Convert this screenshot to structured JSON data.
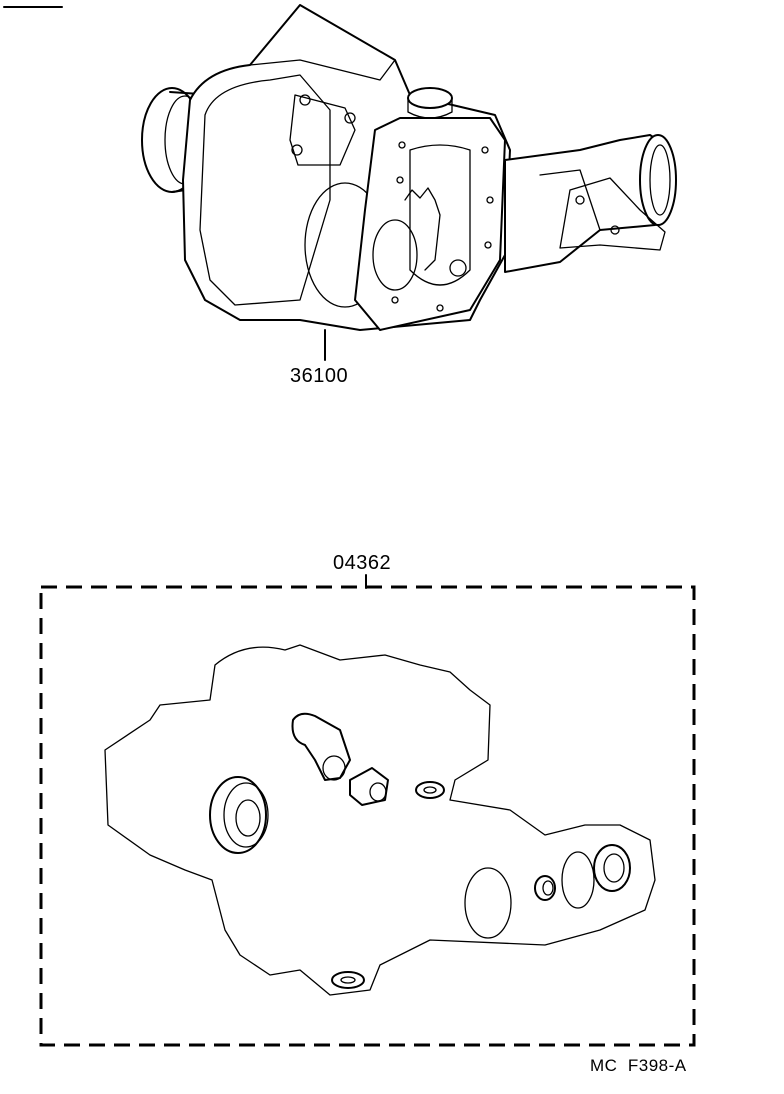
{
  "diagram": {
    "parts": [
      {
        "part_number": "36100"
      },
      {
        "part_number": "04362"
      }
    ],
    "figure_code": "MC  F398-A"
  }
}
